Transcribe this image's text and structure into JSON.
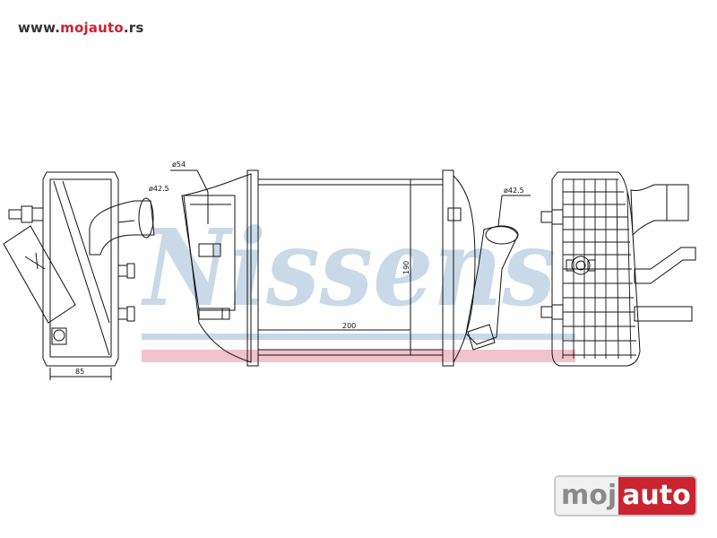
{
  "site": {
    "url_prefix": "www.",
    "url_brand": "mojauto",
    "url_suffix": ".rs"
  },
  "watermark": {
    "text": "Nissens"
  },
  "dimensions": {
    "side_width": "85",
    "inlet_diameter": "ø54",
    "left_outlet_diameter": "ø42.5",
    "right_outlet_diameter": "ø42.5",
    "core_width": "200",
    "core_height": "190"
  },
  "logo": {
    "part1": "moj",
    "part2": "auto"
  },
  "colors": {
    "brand_red": "#c9242f",
    "watermark_blue": "#b7cde0",
    "stripe_pink": "#f2c3cc"
  }
}
